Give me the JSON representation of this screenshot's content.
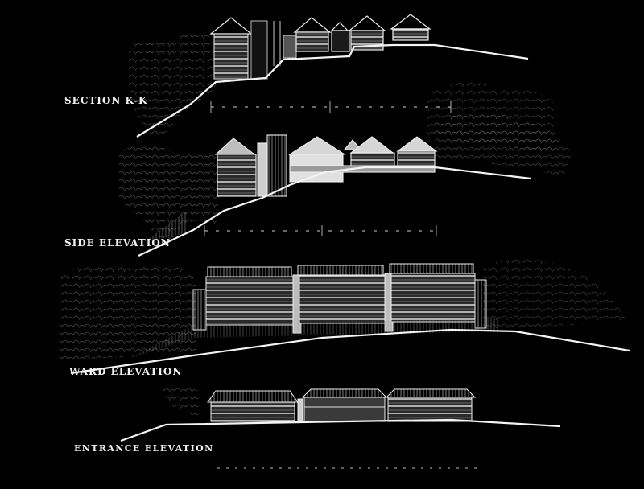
{
  "sheet": {
    "background": "#000000",
    "ink": "#f2f2f2",
    "drawings": [
      {
        "id": "section-kk",
        "label": "SECTION K-K"
      },
      {
        "id": "side-elevation",
        "label": "SIDE ELEVATION"
      },
      {
        "id": "ward-elevation",
        "label": "WARD ELEVATION"
      },
      {
        "id": "entrance-elevation",
        "label": "ENTRANCE ELEVATION"
      }
    ]
  }
}
